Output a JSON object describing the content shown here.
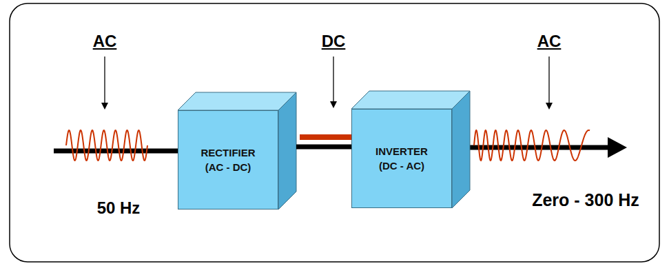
{
  "diagram": {
    "nodes": [
      {
        "text": [
          "RECTIFIER",
          "(AC - DC)"
        ]
      },
      {
        "text": [
          "INVERTER",
          "(DC - AC)"
        ]
      }
    ],
    "edges": [
      {
        "from": 0,
        "to": 1,
        "arrow": "none"
      }
    ],
    "labels": [
      "AC",
      "DC",
      "AC",
      "50 Hz",
      "Zero - 300 Hz"
    ]
  }
}
